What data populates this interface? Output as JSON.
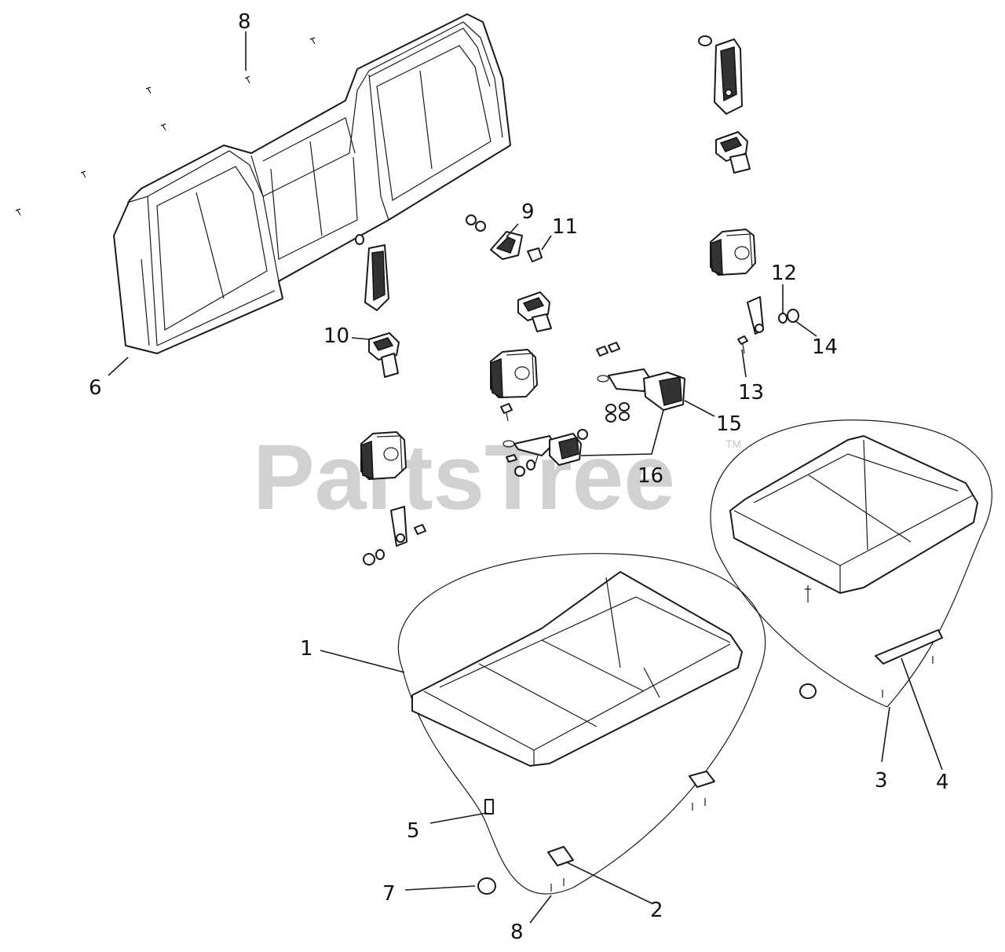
{
  "watermark": {
    "text": "PartsTree",
    "trademark": "TM"
  },
  "callouts": [
    {
      "id": "1",
      "label": "1"
    },
    {
      "id": "2",
      "label": "2"
    },
    {
      "id": "3",
      "label": "3"
    },
    {
      "id": "4",
      "label": "4"
    },
    {
      "id": "5",
      "label": "5"
    },
    {
      "id": "6",
      "label": "6"
    },
    {
      "id": "7",
      "label": "7"
    },
    {
      "id": "8a",
      "label": "8"
    },
    {
      "id": "8b",
      "label": "8"
    },
    {
      "id": "9",
      "label": "9"
    },
    {
      "id": "10",
      "label": "10"
    },
    {
      "id": "11",
      "label": "11"
    },
    {
      "id": "12",
      "label": "12"
    },
    {
      "id": "13",
      "label": "13"
    },
    {
      "id": "14",
      "label": "14"
    },
    {
      "id": "15",
      "label": "15"
    },
    {
      "id": "16",
      "label": "16"
    }
  ]
}
